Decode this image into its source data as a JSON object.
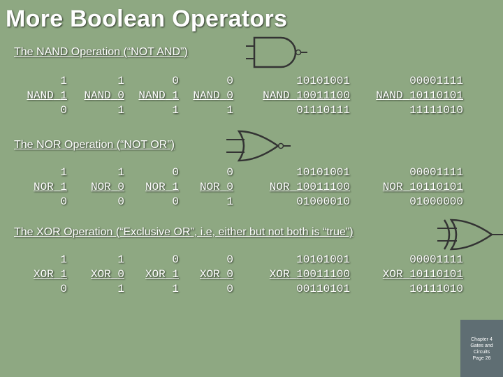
{
  "title": "More Boolean Operators",
  "sections": [
    {
      "key": "nand",
      "heading": "The NAND Operation (“NOT AND”)",
      "columns": [
        {
          "a": "1",
          "op": "NAND",
          "b": "1",
          "r": "0"
        },
        {
          "a": "1",
          "op": "NAND",
          "b": "0",
          "r": "1"
        },
        {
          "a": "0",
          "op": "NAND",
          "b": "1",
          "r": "1"
        },
        {
          "a": "0",
          "op": "NAND",
          "b": "0",
          "r": "1"
        },
        {
          "a": "10101001",
          "op": "NAND",
          "b": "10011100",
          "r": "01110111"
        },
        {
          "a": "00001111",
          "op": "NAND",
          "b": "10110101",
          "r": "11111010"
        }
      ]
    },
    {
      "key": "nor",
      "heading": "The NOR Operation (“NOT OR”)",
      "columns": [
        {
          "a": "1",
          "op": "NOR",
          "b": "1",
          "r": "0"
        },
        {
          "a": "1",
          "op": "NOR",
          "b": "0",
          "r": "0"
        },
        {
          "a": "0",
          "op": "NOR",
          "b": "1",
          "r": "0"
        },
        {
          "a": "0",
          "op": "NOR",
          "b": "0",
          "r": "1"
        },
        {
          "a": "10101001",
          "op": "NOR",
          "b": "10011100",
          "r": "01000010"
        },
        {
          "a": "00001111",
          "op": "NOR",
          "b": "10110101",
          "r": "01000000"
        }
      ]
    },
    {
      "key": "xor",
      "heading": "The XOR Operation (“Exclusive OR”, i.e, either but not both is “true”)",
      "columns": [
        {
          "a": "1",
          "op": "XOR",
          "b": "1",
          "r": "0"
        },
        {
          "a": "1",
          "op": "XOR",
          "b": "0",
          "r": "1"
        },
        {
          "a": "0",
          "op": "XOR",
          "b": "1",
          "r": "1"
        },
        {
          "a": "0",
          "op": "XOR",
          "b": "0",
          "r": "0"
        },
        {
          "a": "10101001",
          "op": "XOR",
          "b": "10011100",
          "r": "00110101"
        },
        {
          "a": "00001111",
          "op": "XOR",
          "b": "10110101",
          "r": "10111010"
        }
      ]
    }
  ],
  "gates": {
    "nand": "nand-gate-icon",
    "nor": "nor-gate-icon",
    "xor": "xor-gate-icon"
  },
  "badge": {
    "line1": "Chapter 4",
    "line2": "Gates and",
    "line3": "Circuits",
    "line4": "Page 26"
  },
  "colors": {
    "background": "#8ea882",
    "text": "#ffffff",
    "badge": "#5f6e73",
    "gate_stroke": "#333333"
  }
}
